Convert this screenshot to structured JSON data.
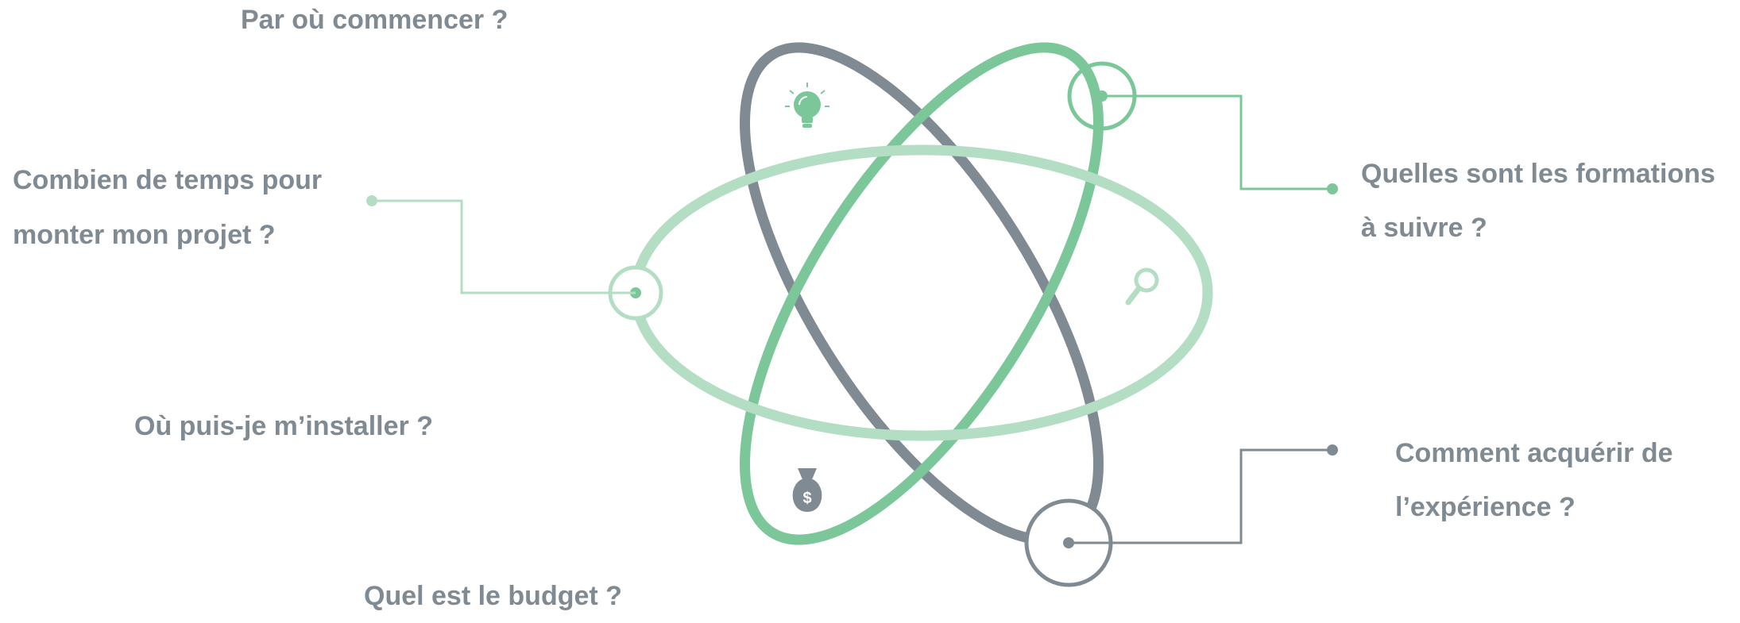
{
  "questions": {
    "start": "Par où commencer ?",
    "time_line1": "Combien de temps pour",
    "time_line2": "monter mon projet ?",
    "place": "Où puis-je m’installer ?",
    "budget": "Quel est le budget ?",
    "training_line1": "Quelles sont les formations",
    "training_line2": "à suivre ?",
    "experience_line1": "Comment acquérir de",
    "experience_line2": "l’expérience ?"
  },
  "icons": {
    "bulb": "lightbulb-icon",
    "magnifier": "magnifier-icon",
    "money": "money-bag-icon",
    "money_symbol": "$"
  },
  "colors": {
    "gray": "#7f8a92",
    "green": "#7cc79a",
    "light_green": "#b4dec3",
    "text": "#7f8a92"
  }
}
